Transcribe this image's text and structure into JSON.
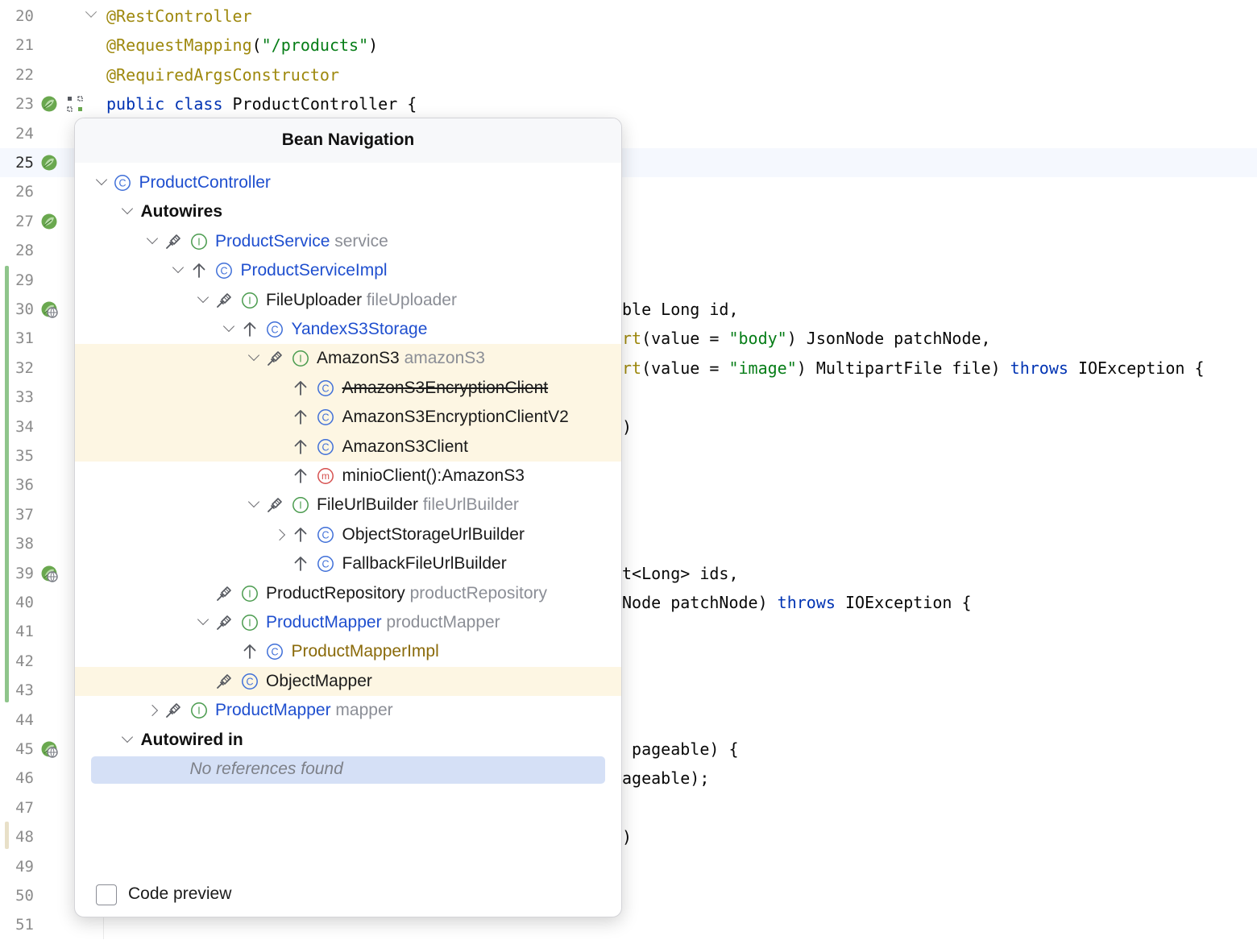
{
  "editor": {
    "lines": [
      {
        "n": "20",
        "code": [
          {
            "t": "@RestController",
            "c": "ann"
          }
        ],
        "fold": true
      },
      {
        "n": "21",
        "code": [
          {
            "t": "@RequestMapping",
            "c": "ann"
          },
          {
            "t": "(",
            "c": ""
          },
          {
            "t": "\"/products\"",
            "c": "str"
          },
          {
            "t": ")",
            "c": ""
          }
        ]
      },
      {
        "n": "22",
        "code": [
          {
            "t": "@RequiredArgsConstructor",
            "c": "ann"
          }
        ]
      },
      {
        "n": "23",
        "code": [
          {
            "t": "public ",
            "c": "kw"
          },
          {
            "t": "class ",
            "c": "kw"
          },
          {
            "t": "ProductController {",
            "c": ""
          }
        ],
        "bean": true,
        "graph": true
      },
      {
        "n": "24",
        "code": []
      },
      {
        "n": "25",
        "code": [],
        "bean": true,
        "current": true
      },
      {
        "n": "26",
        "code": []
      },
      {
        "n": "27",
        "code": [],
        "bean": true
      },
      {
        "n": "28",
        "code": []
      },
      {
        "n": "29",
        "code": []
      },
      {
        "n": "30",
        "code": [
          {
            "t": "ble Long id,",
            "c": "",
            "x": "frag"
          }
        ],
        "bean": true,
        "web": true
      },
      {
        "n": "31",
        "code": [
          {
            "t": "rt",
            "c": "ann",
            "x": "frag"
          },
          {
            "t": "(value = ",
            "c": ""
          },
          {
            "t": "\"body\"",
            "c": "str"
          },
          {
            "t": ") JsonNode patchNode,",
            "c": ""
          }
        ]
      },
      {
        "n": "32",
        "code": [
          {
            "t": "rt",
            "c": "ann",
            "x": "frag"
          },
          {
            "t": "(value = ",
            "c": ""
          },
          {
            "t": "\"image\"",
            "c": "str"
          },
          {
            "t": ") MultipartFile file) ",
            "c": ""
          },
          {
            "t": "throws ",
            "c": "kw"
          },
          {
            "t": "IOException {",
            "c": ""
          }
        ]
      },
      {
        "n": "33",
        "code": []
      },
      {
        "n": "34",
        "code": [
          {
            "t": ")",
            "c": "",
            "x": "frag"
          }
        ]
      },
      {
        "n": "35",
        "code": []
      },
      {
        "n": "36",
        "code": []
      },
      {
        "n": "37",
        "code": []
      },
      {
        "n": "38",
        "code": []
      },
      {
        "n": "39",
        "code": [
          {
            "t": "t<Long> ids,",
            "c": "",
            "x": "frag"
          }
        ],
        "bean": true,
        "web": true
      },
      {
        "n": "40",
        "code": [
          {
            "t": "Node patchNode) ",
            "c": "",
            "x": "frag"
          },
          {
            "t": "throws ",
            "c": "kw"
          },
          {
            "t": "IOException {",
            "c": ""
          }
        ]
      },
      {
        "n": "41",
        "code": []
      },
      {
        "n": "42",
        "code": []
      },
      {
        "n": "43",
        "code": []
      },
      {
        "n": "44",
        "code": []
      },
      {
        "n": "45",
        "code": [
          {
            "t": " pageable) {",
            "c": "",
            "x": "frag"
          }
        ],
        "bean": true,
        "web": true
      },
      {
        "n": "46",
        "code": [
          {
            "t": "ageable);",
            "c": "",
            "x": "frag"
          }
        ]
      },
      {
        "n": "47",
        "code": []
      },
      {
        "n": "48",
        "code": [
          {
            "t": ")",
            "c": "",
            "x": "frag"
          }
        ]
      },
      {
        "n": "49",
        "code": []
      },
      {
        "n": "50",
        "code": []
      },
      {
        "n": "51",
        "code": []
      }
    ]
  },
  "popup": {
    "title": "Bean Navigation",
    "rows": [
      {
        "indent": 0,
        "chev": "down",
        "marks": [
          "class"
        ],
        "parts": [
          {
            "t": "ProductController",
            "c": "blue"
          }
        ]
      },
      {
        "indent": 1,
        "chev": "down",
        "marks": [],
        "parts": [
          {
            "t": "Autowires",
            "c": "bold"
          }
        ]
      },
      {
        "indent": 2,
        "chev": "down",
        "marks": [
          "inject",
          "interface"
        ],
        "parts": [
          {
            "t": "ProductService ",
            "c": "blue"
          },
          {
            "t": "service",
            "c": "gray"
          }
        ]
      },
      {
        "indent": 3,
        "chev": "down",
        "marks": [
          "up",
          "class"
        ],
        "parts": [
          {
            "t": "ProductServiceImpl",
            "c": "blue"
          }
        ]
      },
      {
        "indent": 4,
        "chev": "down",
        "marks": [
          "inject",
          "interface"
        ],
        "parts": [
          {
            "t": "FileUploader ",
            "c": "dark"
          },
          {
            "t": "fileUploader",
            "c": "gray"
          }
        ]
      },
      {
        "indent": 5,
        "chev": "down",
        "marks": [
          "up",
          "class"
        ],
        "parts": [
          {
            "t": "YandexS3Storage",
            "c": "blue"
          }
        ]
      },
      {
        "indent": 6,
        "chev": "down",
        "marks": [
          "inject",
          "interface"
        ],
        "parts": [
          {
            "t": "AmazonS3 ",
            "c": "dark"
          },
          {
            "t": "amazonS3",
            "c": "gray"
          }
        ],
        "hl": true
      },
      {
        "indent": 7,
        "chev": "",
        "marks": [
          "up",
          "class"
        ],
        "parts": [
          {
            "t": "AmazonS3EncryptionClient",
            "c": "dark strike"
          }
        ],
        "hl": true
      },
      {
        "indent": 7,
        "chev": "",
        "marks": [
          "up",
          "class"
        ],
        "parts": [
          {
            "t": "AmazonS3EncryptionClientV2",
            "c": "dark"
          }
        ],
        "hl": true
      },
      {
        "indent": 7,
        "chev": "",
        "marks": [
          "up",
          "class"
        ],
        "parts": [
          {
            "t": "AmazonS3Client",
            "c": "dark"
          }
        ],
        "hl": true
      },
      {
        "indent": 7,
        "chev": "",
        "marks": [
          "up",
          "method"
        ],
        "parts": [
          {
            "t": "minioClient():AmazonS3",
            "c": "dark"
          }
        ]
      },
      {
        "indent": 6,
        "chev": "down",
        "marks": [
          "inject",
          "interface"
        ],
        "parts": [
          {
            "t": "FileUrlBuilder ",
            "c": "dark"
          },
          {
            "t": "fileUrlBuilder",
            "c": "gray"
          }
        ]
      },
      {
        "indent": 7,
        "chev": "right",
        "marks": [
          "up",
          "class"
        ],
        "parts": [
          {
            "t": "ObjectStorageUrlBuilder",
            "c": "dark"
          }
        ]
      },
      {
        "indent": 7,
        "chev": "",
        "marks": [
          "up",
          "class"
        ],
        "parts": [
          {
            "t": "FallbackFileUrlBuilder",
            "c": "dark"
          }
        ]
      },
      {
        "indent": 4,
        "chev": "",
        "marks": [
          "inject",
          "interface"
        ],
        "parts": [
          {
            "t": "ProductRepository ",
            "c": "dark"
          },
          {
            "t": "productRepository",
            "c": "gray"
          }
        ]
      },
      {
        "indent": 4,
        "chev": "down",
        "marks": [
          "inject",
          "interface"
        ],
        "parts": [
          {
            "t": "ProductMapper ",
            "c": "blue"
          },
          {
            "t": "productMapper",
            "c": "gray"
          }
        ]
      },
      {
        "indent": 5,
        "chev": "",
        "marks": [
          "up",
          "class"
        ],
        "parts": [
          {
            "t": "ProductMapperImpl",
            "c": "gold"
          }
        ]
      },
      {
        "indent": 4,
        "chev": "",
        "marks": [
          "inject",
          "class"
        ],
        "parts": [
          {
            "t": "ObjectMapper",
            "c": "dark"
          }
        ],
        "hl": true
      },
      {
        "indent": 2,
        "chev": "right",
        "marks": [
          "inject",
          "interface"
        ],
        "parts": [
          {
            "t": "ProductMapper ",
            "c": "blue"
          },
          {
            "t": "mapper",
            "c": "gray"
          }
        ]
      },
      {
        "indent": 1,
        "chev": "down",
        "marks": [],
        "parts": [
          {
            "t": "Autowired in",
            "c": "bold"
          }
        ]
      },
      {
        "indent": 3,
        "chev": "",
        "marks": [],
        "parts": [
          {
            "t": "No references found",
            "c": "ital"
          }
        ],
        "sel": true
      }
    ],
    "code_preview_label": "Code preview",
    "code_preview_checked": false
  },
  "colors": {
    "accent": "#1f4fcf",
    "annotation": "#9e880d",
    "keyword": "#0033b3",
    "string": "#067d17",
    "highlight_row": "#fdf6e3",
    "selection": "#d5e0f6",
    "change_bar": "#8fc58b"
  },
  "icons": {
    "bean": "spring-bean-icon",
    "web": "web-endpoint-icon",
    "inject": "inject-pin-icon",
    "interface": "interface-icon",
    "class": "class-icon",
    "method": "method-icon",
    "up": "arrow-up-icon"
  }
}
